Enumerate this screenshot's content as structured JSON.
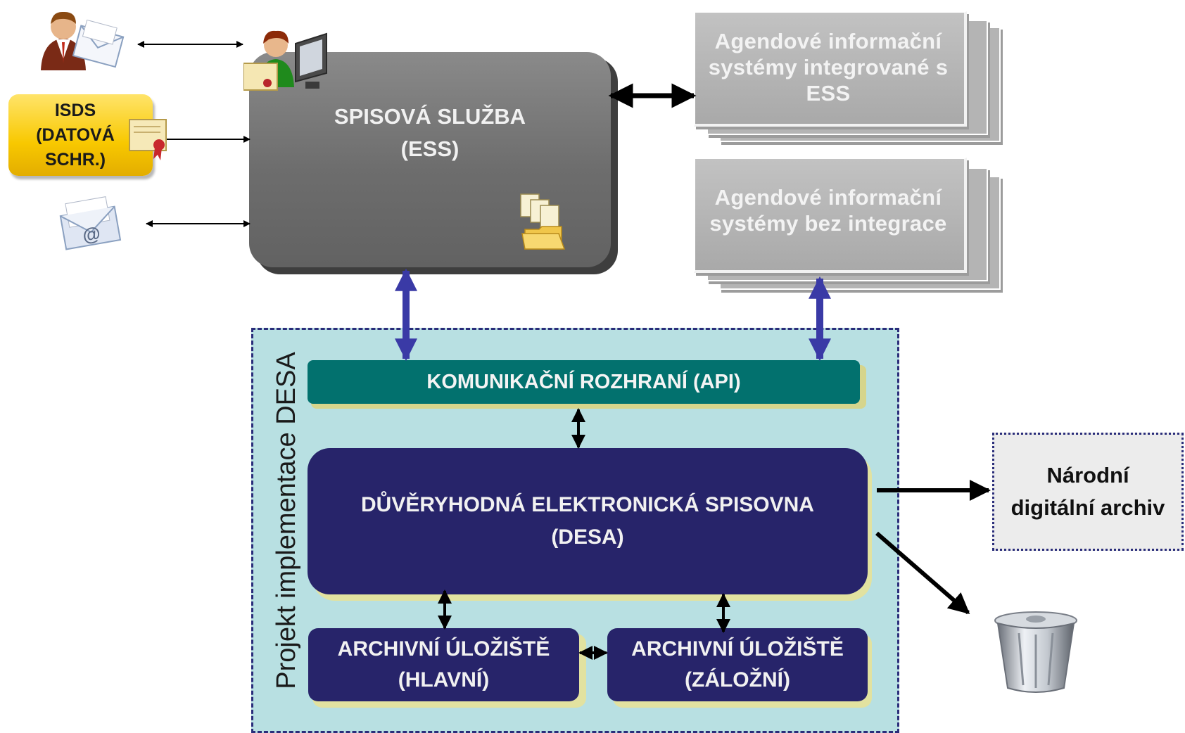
{
  "ess": {
    "label": "SPISOVÁ SLUŽBA\n(ESS)"
  },
  "agenda_integrated": {
    "label": "Agendové informační\nsystémy integrované s\nESS"
  },
  "agenda_no_integration": {
    "label": "Agendové informační\nsystémy bez integrace"
  },
  "isds": {
    "label": "ISDS\n(DATOVÁ\nSCHR.)"
  },
  "desa_project": {
    "label": "Projekt implementace  DESA"
  },
  "api": {
    "label": "KOMUNIKAČNÍ ROZHRANÍ (API)"
  },
  "desa": {
    "label": "DŮVĚRYHODNÁ ELEKTRONICKÁ SPISOVNA\n(DESA)"
  },
  "storage_main": {
    "label": "ARCHIVNÍ ÚLOŽIŠTĚ\n(HLAVNÍ)"
  },
  "storage_backup": {
    "label": "ARCHIVNÍ ÚLOŽIŠTĚ\n(ZÁLOŽNÍ)"
  },
  "archive": {
    "label": "Národní\ndigitální archiv"
  },
  "colors": {
    "ess": "#6f6f6f",
    "agenda": "#b4b4b4",
    "desa_frame": "#b8e0e2",
    "api": "#02716e",
    "desa": "#27246a",
    "connector_blue": "#3a3aa6",
    "isds": "#f8c800"
  },
  "icons": [
    "person-envelope-icon",
    "clerk-computer-icon",
    "certificate-icon",
    "email-envelope-icon",
    "documents-folder-icon",
    "trash-bin-icon"
  ]
}
